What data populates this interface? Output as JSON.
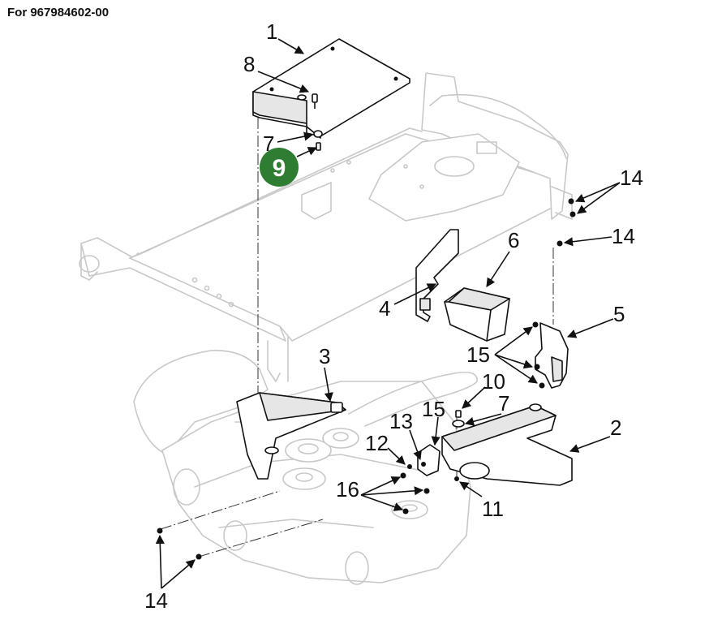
{
  "header": {
    "reference": "For 967984602-00"
  },
  "highlight": {
    "label": "9",
    "color": "#2e7d32"
  },
  "callouts": {
    "c1": "1",
    "c2": "2",
    "c3": "3",
    "c4": "4",
    "c5": "5",
    "c6": "6",
    "c7a": "7",
    "c7b": "7",
    "c8": "8",
    "c10": "10",
    "c11": "11",
    "c12": "12",
    "c13": "13",
    "c14a": "14",
    "c14b": "14",
    "c14c": "14",
    "c15a": "15",
    "c15b": "15",
    "c16": "16"
  }
}
